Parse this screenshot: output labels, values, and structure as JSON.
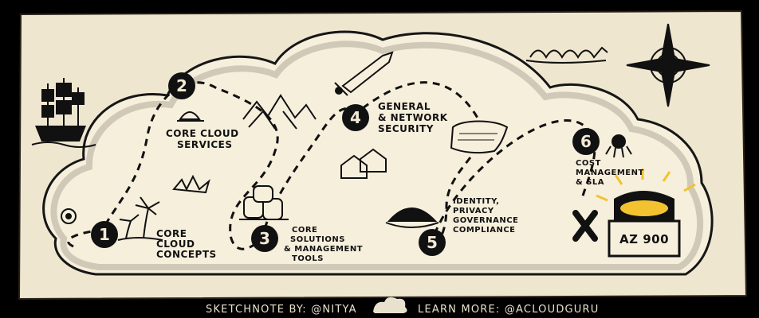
{
  "stops": [
    {
      "number": "1",
      "lines": [
        "CORE",
        "CLOUD",
        "CONCEPTS"
      ]
    },
    {
      "number": "2",
      "lines": [
        "CORE CLOUD",
        "SERVICES"
      ]
    },
    {
      "number": "3",
      "lines": [
        "CORE",
        "SOLUTIONS",
        "& MANAGEMENT",
        "TOOLS"
      ]
    },
    {
      "number": "4",
      "lines": [
        "GENERAL",
        "& NETWORK",
        "SECURITY"
      ]
    },
    {
      "number": "5",
      "lines": [
        "IDENTITY,",
        "PRIVACY",
        "GOVERNANCE",
        "COMPLIANCE"
      ]
    },
    {
      "number": "6",
      "lines": [
        "COST",
        "MANAGEMENT",
        "& SLA"
      ]
    }
  ],
  "chest_label": "AZ 900",
  "footer": {
    "sketchnote": "SKETCHNOTE BY: @NITYA",
    "learn_more": "LEARN MORE: @ACLOUDGURU"
  },
  "colors": {
    "paper": "#efe6d0",
    "ink": "#111111",
    "background": "#000000",
    "treasure_glow": "#f2c230"
  }
}
